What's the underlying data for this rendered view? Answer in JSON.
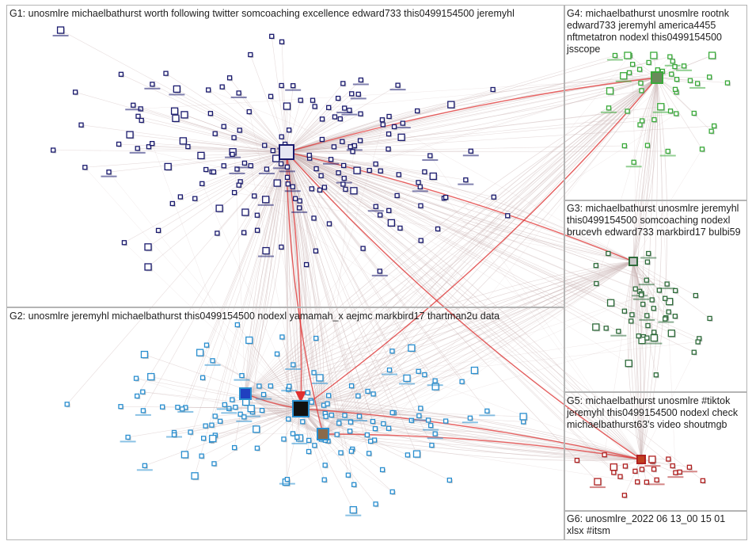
{
  "groups": [
    {
      "id": "G1",
      "label": "G1: unosmlre michaelbathurst worth following twitter somcoaching excellence edward733 this0499154500 jeremyhl",
      "color": "#1a1a6e"
    },
    {
      "id": "G2",
      "label": "G2: unosmlre jeremyhl michaelbathurst this0499154500 nodexl yamamah_x aejmc markbird17 thartman2u data",
      "color": "#2a8fd0"
    },
    {
      "id": "G3",
      "label": "G3: michaelbathurst unosmlre jeremyhl this0499154500 somcoaching nodexl brucevh edward733 markbird17 bulbi59",
      "color": "#2e6b3a"
    },
    {
      "id": "G4",
      "label": "G4: michaelbathurst unosmlre rootnk edward733 jeremyhl america4455 nftmetatron nodexl this0499154500 jsscope",
      "color": "#3aaa3a"
    },
    {
      "id": "G5",
      "label": "G5: michaelbathurst unosmlre #tiktok jeremyhl this0499154500 nodexl check michaelbathurst63's video shoutmgb",
      "color": "#b02020"
    },
    {
      "id": "G6",
      "label": "G6: unosmlre_2022 06 13_00 15 01 xlsx #itsm",
      "color": "#555555"
    }
  ],
  "colors": {
    "edge": "#c9b4b4",
    "edge_strong": "#e03030",
    "panel_border": "#b4b4b4"
  }
}
